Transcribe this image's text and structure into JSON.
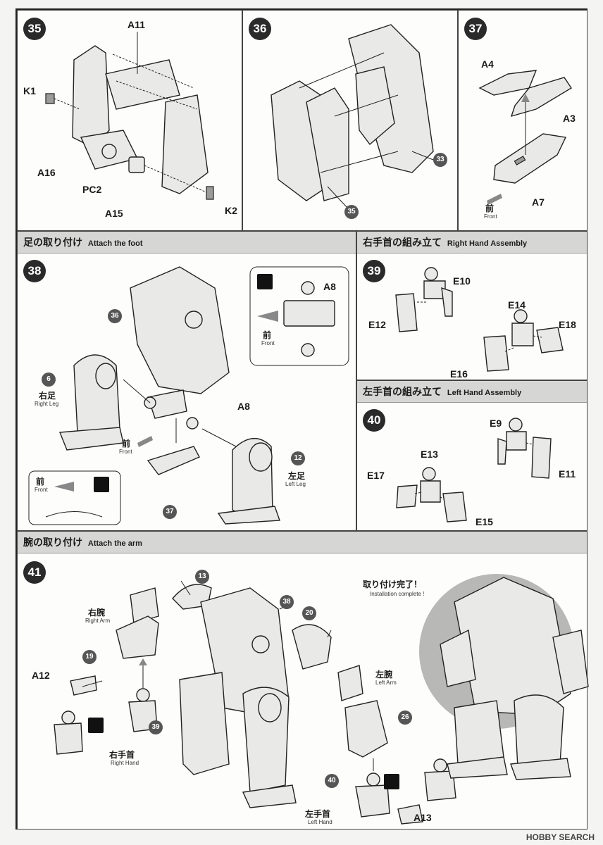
{
  "steps": {
    "s35": {
      "num": "35",
      "labels": {
        "a11": "A11",
        "k1": "K1",
        "a16": "A16",
        "pc2": "PC2",
        "a15": "A15",
        "k2": "K2"
      }
    },
    "s36": {
      "num": "36",
      "badges": {
        "b33": "33",
        "b35": "35"
      }
    },
    "s37": {
      "num": "37",
      "labels": {
        "a4": "A4",
        "a3": "A3",
        "a7": "A7"
      },
      "front_jp": "前",
      "front_en": "Front"
    },
    "s38": {
      "title_jp": "足の取り付け",
      "title_en": "Attach the foot",
      "num": "38",
      "labels": {
        "a8": "A8",
        "a8b": "A8"
      },
      "badges": {
        "b36": "36",
        "b6": "6",
        "b12": "12",
        "b37": "37"
      },
      "right_leg_jp": "右足",
      "right_leg_en": "Right Leg",
      "left_leg_jp": "左足",
      "left_leg_en": "Left Leg",
      "front_jp": "前",
      "front_en": "Front"
    },
    "s39": {
      "title_jp": "右手首の組み立て",
      "title_en": "Right Hand Assembly",
      "num": "39",
      "labels": {
        "e10": "E10",
        "e12": "E12",
        "e14": "E14",
        "e18": "E18",
        "e16": "E16"
      }
    },
    "s40": {
      "title_jp": "左手首の組み立て",
      "title_en": "Left Hand Assembly",
      "num": "40",
      "labels": {
        "e9": "E9",
        "e13": "E13",
        "e17": "E17",
        "e11": "E11",
        "e15": "E15"
      }
    },
    "s41": {
      "title_jp": "腕の取り付け",
      "title_en": "Attach the arm",
      "num": "41",
      "labels": {
        "a12": "A12",
        "a13": "A13"
      },
      "badges": {
        "b13": "13",
        "b38": "38",
        "b20": "20",
        "b19": "19",
        "b39": "39",
        "b26": "26",
        "b40": "40"
      },
      "right_arm_jp": "右腕",
      "right_arm_en": "Right Arm",
      "left_arm_jp": "左腕",
      "left_arm_en": "Left Arm",
      "right_hand_jp": "右手首",
      "right_hand_en": "Right Hand",
      "left_hand_jp": "左手首",
      "left_hand_en": "Left Hand",
      "complete_jp": "取り付け完了！",
      "complete_en": "Installation complete !"
    }
  },
  "watermark": "HOBBY SEARCH"
}
